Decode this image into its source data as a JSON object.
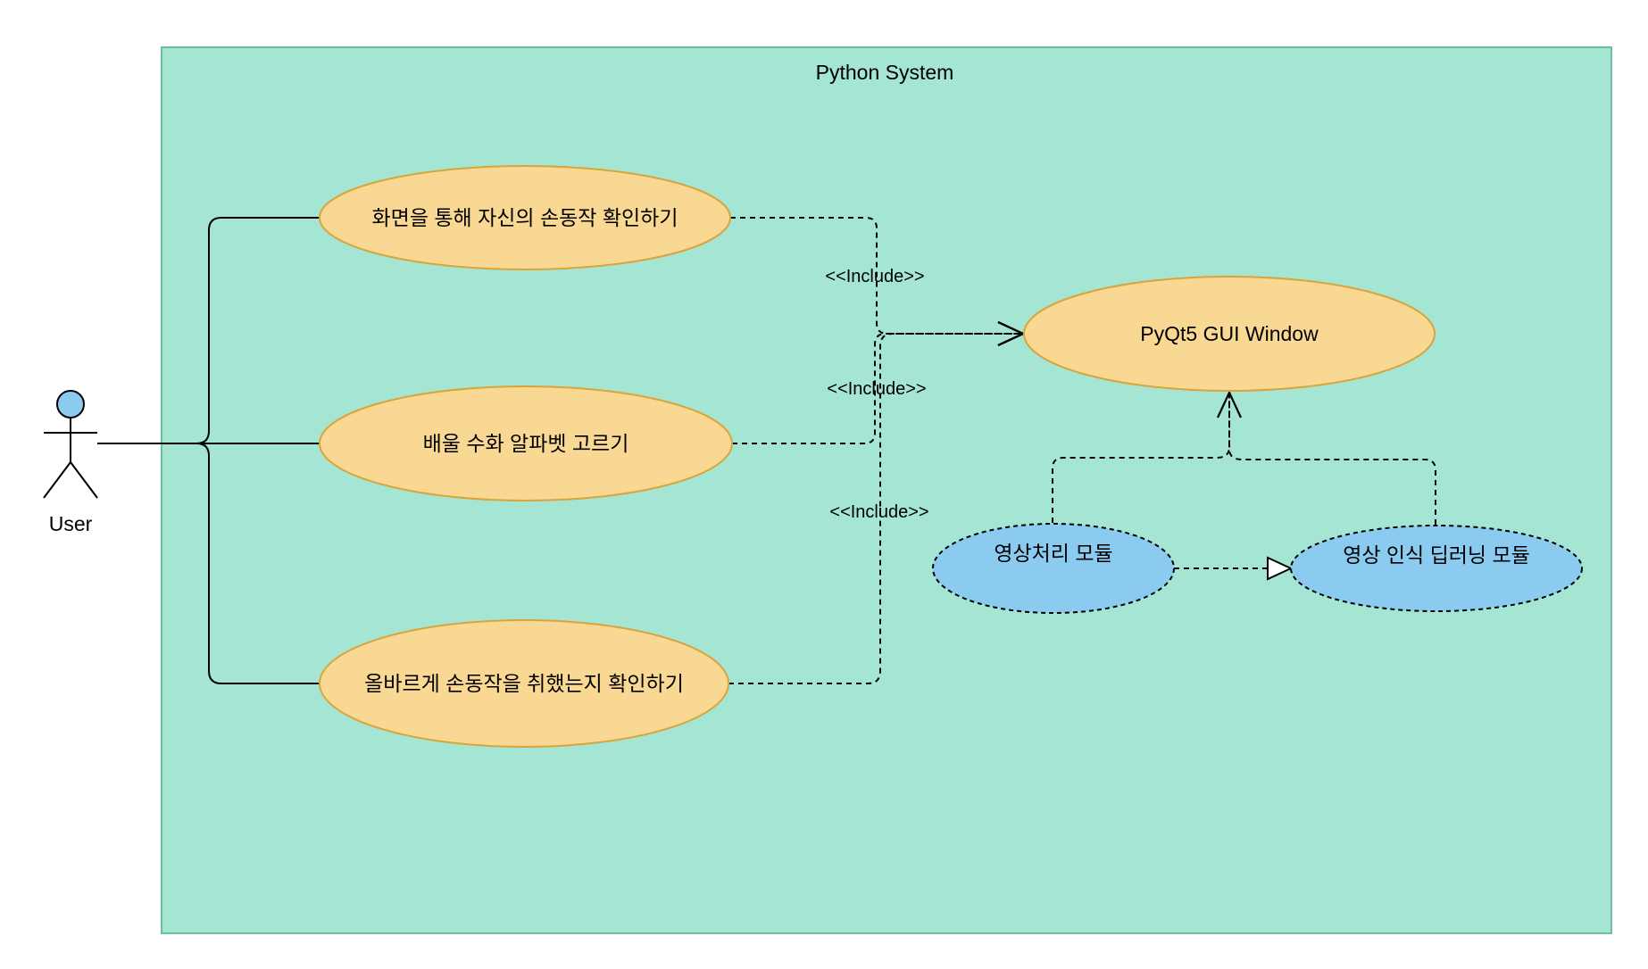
{
  "system": {
    "title": "Python System",
    "fill": "#a4e6d3",
    "stroke": "#6fbf9f"
  },
  "actor": {
    "label": "User",
    "head_fill": "#8ccbf0"
  },
  "use_cases": {
    "uc1": "화면을 통해 자신의 손동작 확인하기",
    "uc2": "배울 수화 알파벳 고르기",
    "uc3": "올바르게 손동작을 취했는지 확인하기",
    "pyqt": "PyQt5 GUI Window",
    "img_proc": "영상처리 모듈",
    "dl": "영상 인식 딥러닝 모듈"
  },
  "stereotypes": {
    "s1": "<<Include>>",
    "s2": "<<Include>>",
    "s3": "<<Include>>"
  },
  "colors": {
    "use_case_fill": "#f9d893",
    "use_case_stroke": "#d9a43a",
    "module_fill": "#8ccbf0",
    "line": "#000000"
  }
}
